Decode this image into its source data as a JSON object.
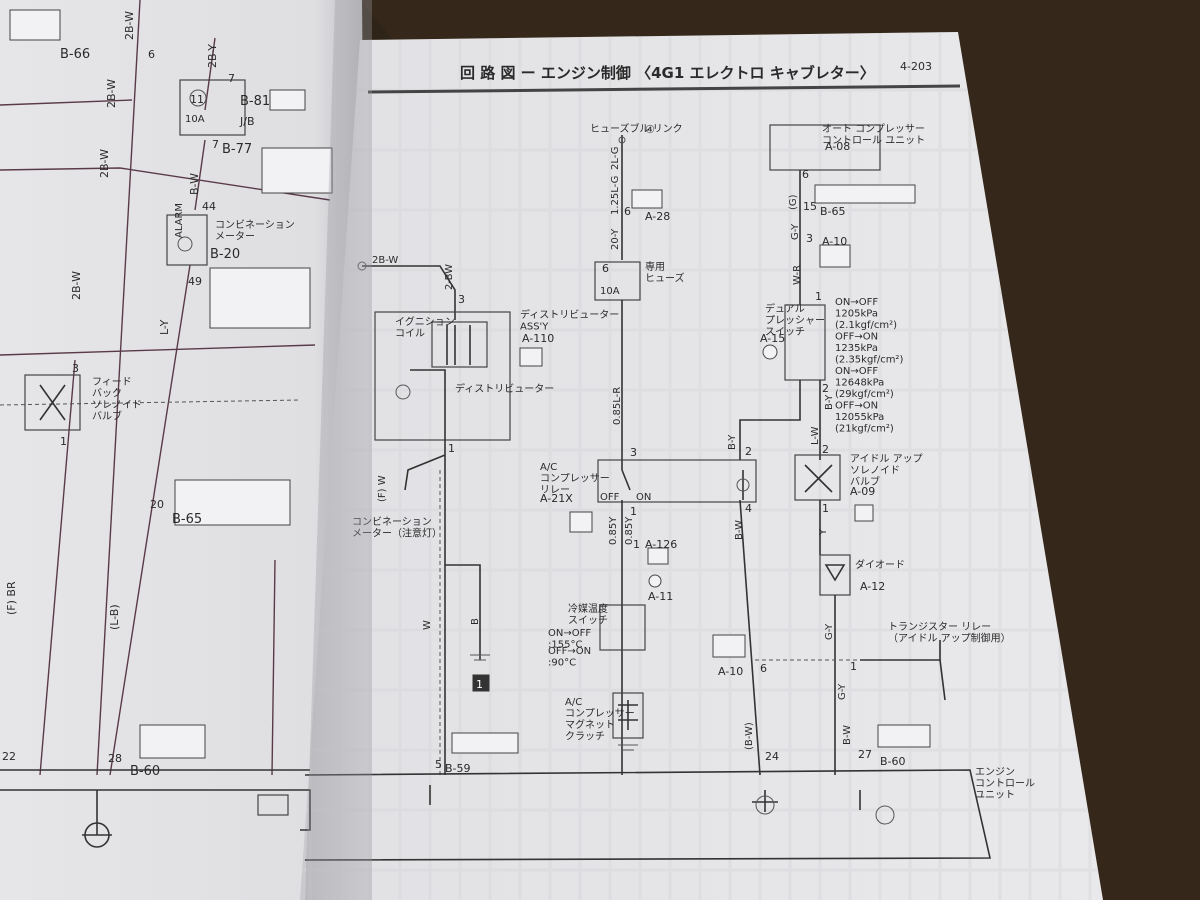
{
  "header": {
    "title": "回 路 図 ー エンジン制御 〈4G1 エレクトロ キャブレター〉",
    "page": "4-203"
  },
  "left_page": {
    "connectors": [
      "B-66",
      "B-81",
      "J/B",
      "B-77",
      "B-20",
      "B-65",
      "B-60"
    ],
    "wires": [
      "2B-W",
      "2B-Y",
      "B-W",
      "L-Y",
      "(F) BR",
      "(L-B)",
      "2B-W",
      "2B-W",
      "2B-W"
    ],
    "fuse": {
      "num": "11",
      "amp": "10A"
    },
    "meter": "コンビネーション\nメーター",
    "alarm": "ALARM",
    "solenoid": "フィード\nバック\nソレノイド\nバルブ",
    "pins": [
      "6",
      "7",
      "7",
      "44",
      "49",
      "3",
      "1",
      "20",
      "28",
      "22"
    ]
  },
  "right_page": {
    "fusible_link": "ヒューズブル リンク",
    "fusible_num": "④",
    "ign_coil": "イグニション\nコイル",
    "distributor": "ディストリビューター\nASS'Y",
    "dist_connector": "A-110",
    "dist_label": "ディストリビューター",
    "comb_meter": "コンビネーション\nメーター（注意灯）",
    "ground": "1",
    "fuse6": {
      "num": "6",
      "amp": "10A",
      "label": "専用\nヒューズ"
    },
    "ac_relay": "A/C\nコンプレッサー\nリレー",
    "ac_relay_id": "A-21X",
    "on": "ON",
    "off": "OFF",
    "cool_switch": "冷媒温度\nスイッチ",
    "cool_on": "ON→OFF\n:155°C",
    "cool_off": "OFF→ON\n:90°C",
    "clutch": "A/C\nコンプレッサー\nマグネット\nクラッチ",
    "auto_comp": "オート コンプレッサー\nコントロール ユニット",
    "dual_pressure": "デュアル\nプレッシャー\nスイッチ",
    "dp_spec": "ON→OFF\n1205kPa\n(2.1kgf/cm²)\nOFF→ON\n1235kPa\n(2.35kgf/cm²)\nON→OFF\n12648kPa\n(29kgf/cm²)\nOFF→ON\n12055kPa\n(21kgf/cm²)",
    "idle_up": "アイドル アップ\nソレノイド\nバルブ",
    "diode": "ダイオード",
    "transistor_relay": "トランジスター リレー\n（アイドル アップ制御用）",
    "ecu": "エンジン\nコントロール\nユニット",
    "connectors": [
      "A-28",
      "A-126",
      "A-11",
      "A-08",
      "B-65",
      "A-10",
      "A-15",
      "A-09",
      "A-12",
      "A-10",
      "B-59",
      "B-60"
    ],
    "wires": [
      "2B-W",
      "2-BW",
      "(F) W",
      "W",
      "B",
      "2L-G",
      "1.25L-G",
      "20-Y",
      "0.85L-R",
      "0.85Y",
      "0.85Y",
      "B-Y",
      "B-W",
      "(B-W)",
      "L-W",
      "Y",
      "G-Y",
      "G-Y",
      "B-W",
      "W-R",
      "G-Y",
      "(G)",
      "B-Y"
    ],
    "pins": [
      "3",
      "1",
      "5",
      "6",
      "3",
      "1",
      "1",
      "6",
      "15",
      "3",
      "1",
      "2",
      "2",
      "4",
      "2",
      "1",
      "6",
      "1",
      "24",
      "27"
    ]
  }
}
